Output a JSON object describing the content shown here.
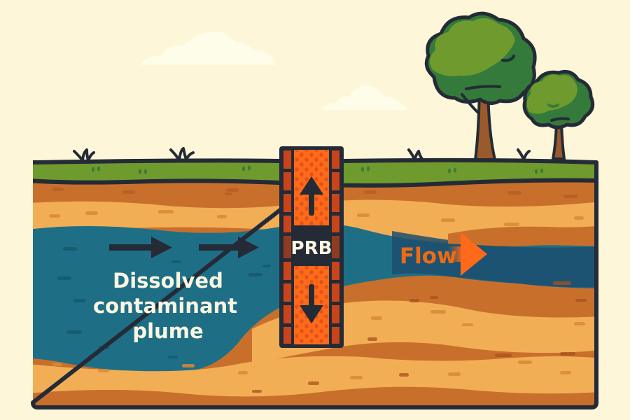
{
  "diagram": {
    "subject": "Permeable reactive barrier treating groundwater contaminant plume",
    "labels": {
      "plume_line1": "Dissolved",
      "plume_line2": "contaminant",
      "plume_line3": "plume",
      "barrier": "PRB",
      "flow": "Flow"
    },
    "colors": {
      "sky": "#fdf6d8",
      "cloud": "#fdfde9",
      "grass": "#6e9a2e",
      "grass_dark": "#3e7a35",
      "soil_dark": "#c96f2c",
      "soil_light": "#f2ae55",
      "groundwater": "#1e6f86",
      "groundwater_deep": "#1d4f6e",
      "barrier_orange": "#ff6a1a",
      "barrier_brick": "#c9441a",
      "outline": "#242b36",
      "text_light": "#fbf6e2",
      "flow_text": "#f06a12"
    },
    "elements": {
      "clouds": 2,
      "trees": 2,
      "flow_arrows_in_plume": 2,
      "barrier_arrows": [
        "up",
        "down"
      ]
    }
  }
}
